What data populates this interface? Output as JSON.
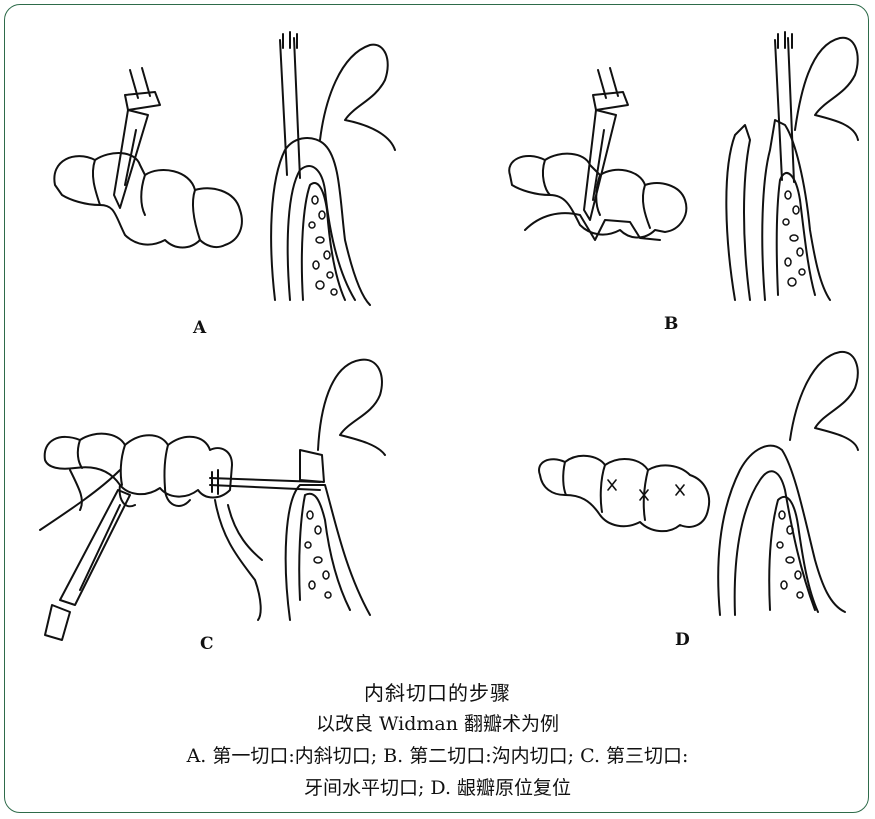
{
  "figure": {
    "title": "内斜切口的步骤",
    "subtitle": "以改良 Widman 翻瓣术为例",
    "description_line1": "A. 第一切口:内斜切口; B. 第二切口:沟内切口; C. 第三切口:",
    "description_line2": "牙间水平切口; D. 龈瓣原位复位"
  },
  "panels": [
    {
      "label": "A"
    },
    {
      "label": "B"
    },
    {
      "label": "C"
    },
    {
      "label": "D"
    }
  ],
  "colors": {
    "frame": "#2e6b4a",
    "ink": "#111111"
  }
}
